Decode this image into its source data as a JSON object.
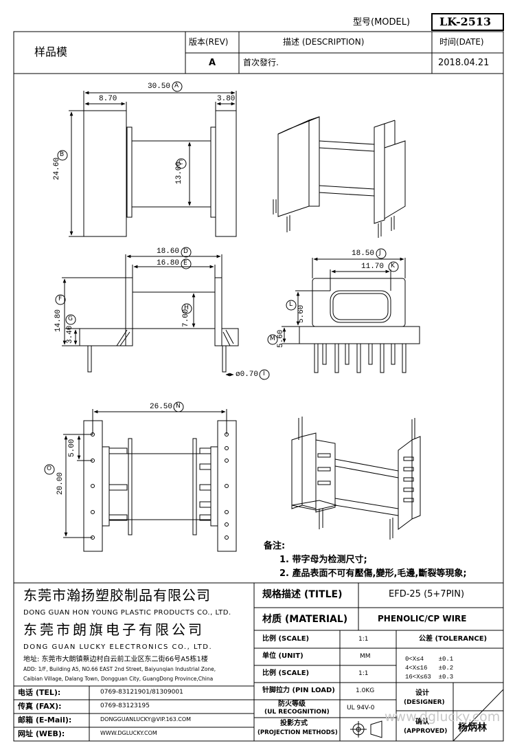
{
  "header": {
    "model_label": "型号(MODEL)",
    "model_value": "LK-2513",
    "sample_label": "样品模",
    "rev_label": "版本(REV)",
    "desc_label": "描述 (DESCRIPTION)",
    "date_label": "时间(DATE)",
    "rev_value": "A",
    "desc_value": "首次發行.",
    "date_value": "2018.04.21"
  },
  "dims": {
    "a": "30.50",
    "w1": "8.70",
    "w2": "3.80",
    "b": "24.60",
    "c": "13.00",
    "d": "18.60",
    "e": "16.80",
    "f": "14.80",
    "h": "7.00",
    "g": "3.40",
    "i": "ø0.70",
    "j": "18.50",
    "k": "11.70",
    "l": "5.60",
    "m": "5.60",
    "n": "26.50",
    "p": "5.00",
    "o": "20.00",
    "letters": {
      "a": "A",
      "b": "B",
      "c": "C",
      "d": "D",
      "e": "E",
      "f": "F",
      "g": "G",
      "h": "H",
      "i": "I",
      "j": "J",
      "k": "K",
      "l": "L",
      "m": "M",
      "n": "N",
      "o": "O"
    }
  },
  "notes": {
    "title": "备注:",
    "items": [
      "1. 带字母为检测尺寸;",
      "2. 產品表面不可有壓傷,變形,毛邊,斷裂等現象;"
    ]
  },
  "company": {
    "name1_cn": "东莞市瀚扬塑胶制品有限公司",
    "name1_en": "DONG GUAN HON YOUNG PLASTIC PRODUCTS CO., LTD.",
    "name2_cn": "东莞市朗旗电子有限公司",
    "name2_en": "DONG GUAN LUCKY ELECTRONICS CO., LTD.",
    "addr_cn": "地址: 东莞市大朗镇蔡边村白云前工业区东二街66号A5栋1楼",
    "addr_en1": "ADD: 1/F, Building A5, NO.66 EAST 2nd Street, Baiyunqian Industrial Zone,",
    "addr_en2": "Caibian Village, Dalang Town, Dongguan City, GuangDong Province,China"
  },
  "contact": [
    {
      "label": "电话 (TEL):",
      "value": "0769-83121901/81309001"
    },
    {
      "label": "传真 (FAX):",
      "value": "0769-83123195"
    },
    {
      "label": "邮箱 (E-Mail):",
      "value": "DONGGUANLUCKY@VIP.163.COM"
    },
    {
      "label": "网址 (WEB):",
      "value": "WWW.DGLUCKY.COM"
    }
  ],
  "spec": {
    "title_label": "规格描述 (TITLE)",
    "title_value": "EFD-25 (5+7PIN)",
    "material_label": "材质 (MATERIAL)",
    "material_value": "PHENOLIC/CP WIRE",
    "scale_label": "比例 (SCALE)",
    "scale_value": "1:1",
    "tolerance_label": "公差 (TOLERANCE)",
    "unit_label": "单位 (UNIT)",
    "unit_value": "MM",
    "scale2_label": "比例 (SCALE)",
    "scale2_value": "1:1",
    "pinload_label": "针脚拉力 (PIN LOAD)",
    "pinload_value": "1.0KG",
    "fire_label1": "防火等级",
    "fire_label2": "(UL RECOGNITION)",
    "fire_value": "UL 94V-0",
    "proj_label1": "投影方式",
    "proj_label2": "(PROJECTION METHODS)",
    "tol1": "0<X≤4    ±0.1",
    "tol2": "4<X≤16   ±0.2",
    "tol3": "16<X≤63  ±0.3",
    "designer_label1": "设计",
    "designer_label2": "(DESIGNER)",
    "approved_label1": "确认",
    "approved_label2": "(APPROVED)",
    "approved_value": "杨炳林"
  },
  "watermark": "www.dglucky.com"
}
